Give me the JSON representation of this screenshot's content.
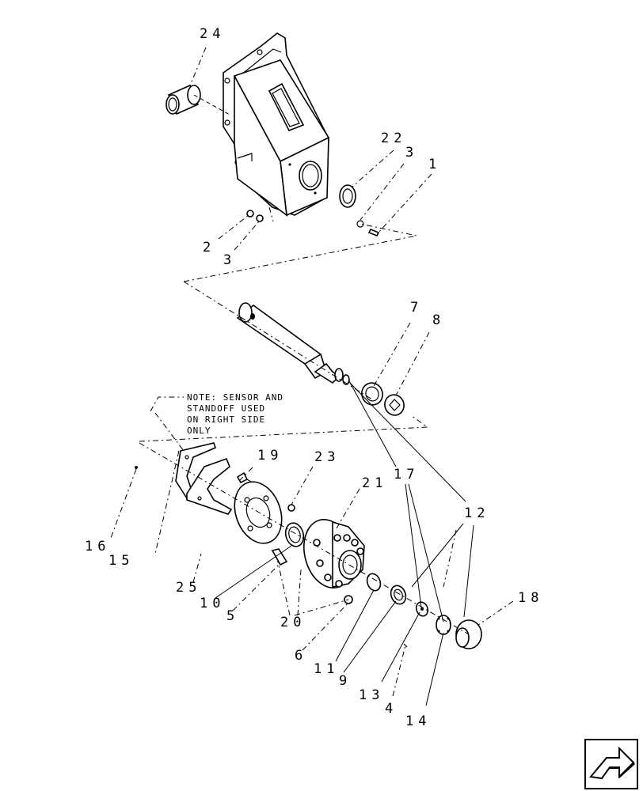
{
  "note": {
    "lines": [
      "NOTE: SENSOR AND",
      "STANDOFF USED",
      "ON RIGHT SIDE",
      "ONLY"
    ]
  },
  "callouts": {
    "c24": "24",
    "c22": "22",
    "c3a": "3",
    "c1": "1",
    "c2": "2",
    "c3b": "3",
    "c7": "7",
    "c8": "8",
    "c19": "19",
    "c23": "23",
    "c21": "21",
    "c17": "17",
    "c12": "12",
    "c16": "16",
    "c15": "15",
    "c25": "25",
    "c10": "10",
    "c5": "5",
    "c20": "20",
    "c18": "18",
    "c6": "6",
    "c11": "11",
    "c9": "9",
    "c13": "13",
    "c4": "4",
    "c14": "14"
  },
  "nav": {
    "icon": "next-page-arrow-icon"
  }
}
